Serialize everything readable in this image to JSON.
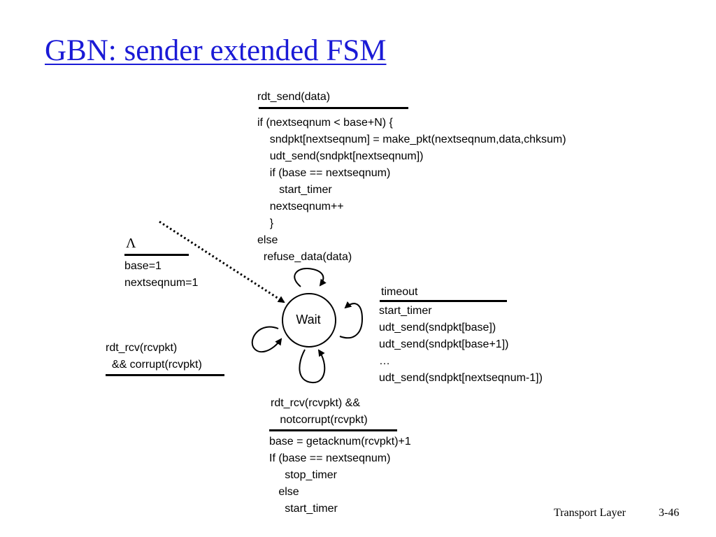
{
  "title": "GBN: sender extended FSM",
  "state": {
    "label": "Wait"
  },
  "init": {
    "event": "Λ",
    "actions": [
      "base=1",
      "nextseqnum=1"
    ]
  },
  "send_transition": {
    "event": "rdt_send(data)",
    "actions": [
      "if (nextseqnum < base+N) {",
      "    sndpkt[nextseqnum] = make_pkt(nextseqnum,data,chksum)",
      "    udt_send(sndpkt[nextseqnum])",
      "    if (base == nextseqnum)",
      "       start_timer",
      "    nextseqnum++",
      "    }",
      "else",
      "  refuse_data(data)"
    ]
  },
  "timeout_transition": {
    "event": "timeout",
    "actions": [
      "start_timer",
      "udt_send(sndpkt[base])",
      "udt_send(sndpkt[base+1])",
      "…",
      "udt_send(sndpkt[nextseqnum-1])"
    ]
  },
  "corrupt_transition": {
    "event_lines": [
      "rdt_rcv(rcvpkt)",
      "  && corrupt(rcvpkt)"
    ]
  },
  "ack_transition": {
    "event_lines": [
      "rdt_rcv(rcvpkt) &&",
      "   notcorrupt(rcvpkt)"
    ],
    "actions": [
      "base = getacknum(rcvpkt)+1",
      "If (base == nextseqnum)",
      "     stop_timer",
      "   else",
      "     start_timer"
    ]
  },
  "footer": {
    "section": "Transport Layer",
    "page": "3-46"
  },
  "colors": {
    "title": "#1a1ad6",
    "ink": "#000000"
  }
}
